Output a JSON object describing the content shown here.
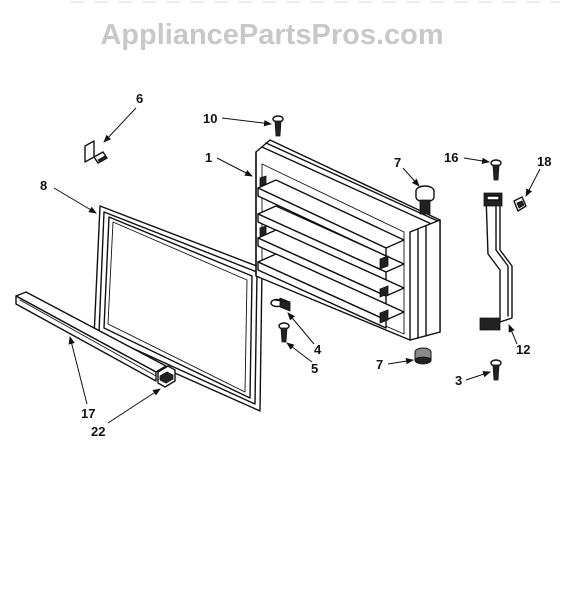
{
  "watermark": "AppliancePartsPros.com",
  "callouts": {
    "c1": "1",
    "c3": "3",
    "c4": "4",
    "c5": "5",
    "c6": "6",
    "c7a": "7",
    "c7b": "7",
    "c8": "8",
    "c10": "10",
    "c12": "12",
    "c16": "16",
    "c17": "17",
    "c18": "18",
    "c22": "22"
  },
  "colors": {
    "line": "#111111",
    "watermark": "#c8c8c8",
    "background": "#ffffff"
  }
}
